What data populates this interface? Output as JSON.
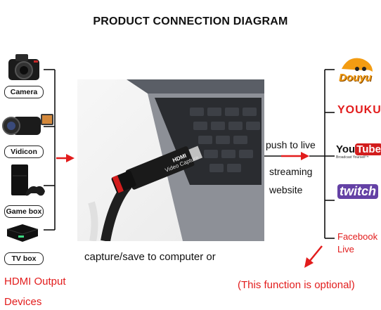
{
  "title": "PRODUCT CONNECTION DIAGRAM",
  "devices": [
    {
      "label": "Camera",
      "icon": "camera-icon"
    },
    {
      "label": "Vidicon",
      "icon": "camcorder-icon"
    },
    {
      "label": "Game box",
      "icon": "game-console-icon"
    },
    {
      "label": "TV box",
      "icon": "tv-box-icon"
    }
  ],
  "left_caption": [
    "HDMI Output",
    "Devices"
  ],
  "center_photo": {
    "icon": "laptop-capture-card-photo",
    "device_text": [
      "HDMI",
      "Video Capture"
    ]
  },
  "bottom_caption": "capture/save to computer or",
  "right_caption": [
    "push to live",
    "streaming",
    "website"
  ],
  "platforms": [
    {
      "label": "Douyu",
      "icon": "douyu-logo"
    },
    {
      "label": "YOUKU",
      "icon": "youku-logo"
    },
    {
      "label": "You",
      "label2": "Tube",
      "sub": "Broadcast Yourself™",
      "icon": "youtube-logo"
    },
    {
      "label": "twitch",
      "icon": "twitch-logo"
    },
    {
      "label": "Facebook",
      "label2": "Live",
      "icon": "facebook-live-text"
    }
  ],
  "optional_note": "(This function is optional)",
  "colors": {
    "accent_red": "#e21c1c",
    "line": "#111111"
  }
}
